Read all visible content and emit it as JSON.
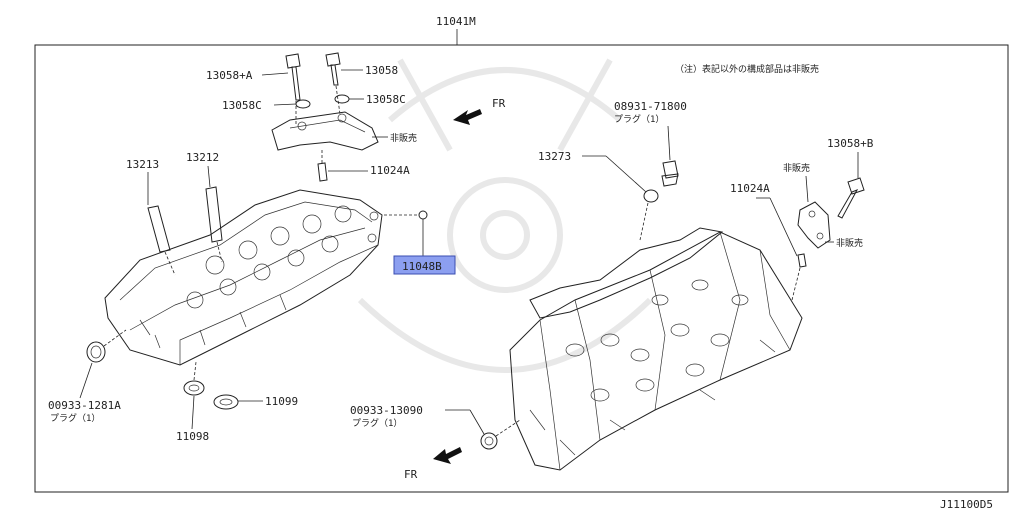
{
  "diagram": {
    "assembly_label": "11041M",
    "note": "（注）表記以外の構成部品は非販売",
    "figure_code": "J11100D5",
    "fr_labels": [
      "FR",
      "FR"
    ],
    "highlighted_part": "11048B",
    "highlight_color": "#8c9ff0",
    "left_head": {
      "bolt_a": "13058+A",
      "bolt": "13058",
      "washer_c_left": "13058C",
      "washer_c_right": "13058C",
      "not_sold": "非販売",
      "pin": "11024A",
      "guide_1": "13213",
      "guide_2": "13212",
      "plug_part": "00933-1281A",
      "plug_desc": "プラグ（1）",
      "seal_1": "11098",
      "seal_2": "11099"
    },
    "right_head": {
      "plug_top_part": "08931-71800",
      "plug_top_desc": "プラグ（1）",
      "gasket": "13273",
      "bolt_b": "13058+B",
      "not_sold_1": "非販売",
      "not_sold_2": "非販売",
      "pin": "11024A",
      "plug_bottom_part": "00933-13090",
      "plug_bottom_desc": "プラグ（1）"
    }
  }
}
